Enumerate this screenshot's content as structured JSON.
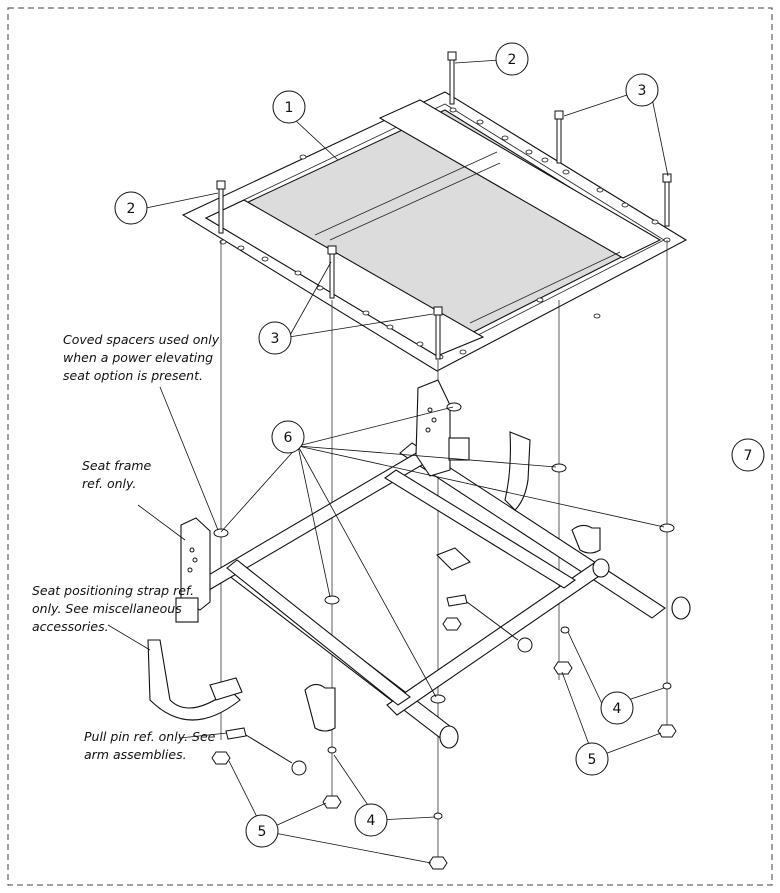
{
  "callouts": [
    {
      "id": "c1a",
      "label": "1"
    },
    {
      "id": "c2a",
      "label": "2"
    },
    {
      "id": "c2b",
      "label": "2"
    },
    {
      "id": "c3a",
      "label": "3"
    },
    {
      "id": "c3b",
      "label": "3"
    },
    {
      "id": "c4a",
      "label": "4"
    },
    {
      "id": "c4b",
      "label": "4"
    },
    {
      "id": "c5a",
      "label": "5"
    },
    {
      "id": "c5b",
      "label": "5"
    },
    {
      "id": "c6a",
      "label": "6"
    },
    {
      "id": "c7a",
      "label": "7"
    }
  ],
  "notes": {
    "coved_spacers": [
      "Coved spacers used only",
      "when a power elevating",
      "seat option is present."
    ],
    "seat_frame": [
      "Seat frame",
      "ref. only."
    ],
    "positioning_strap": [
      "Seat positioning strap ref.",
      "only. See miscellaneous",
      "accessories."
    ],
    "pull_pin": [
      "Pull pin ref. only. See",
      "arm assemblies."
    ]
  }
}
